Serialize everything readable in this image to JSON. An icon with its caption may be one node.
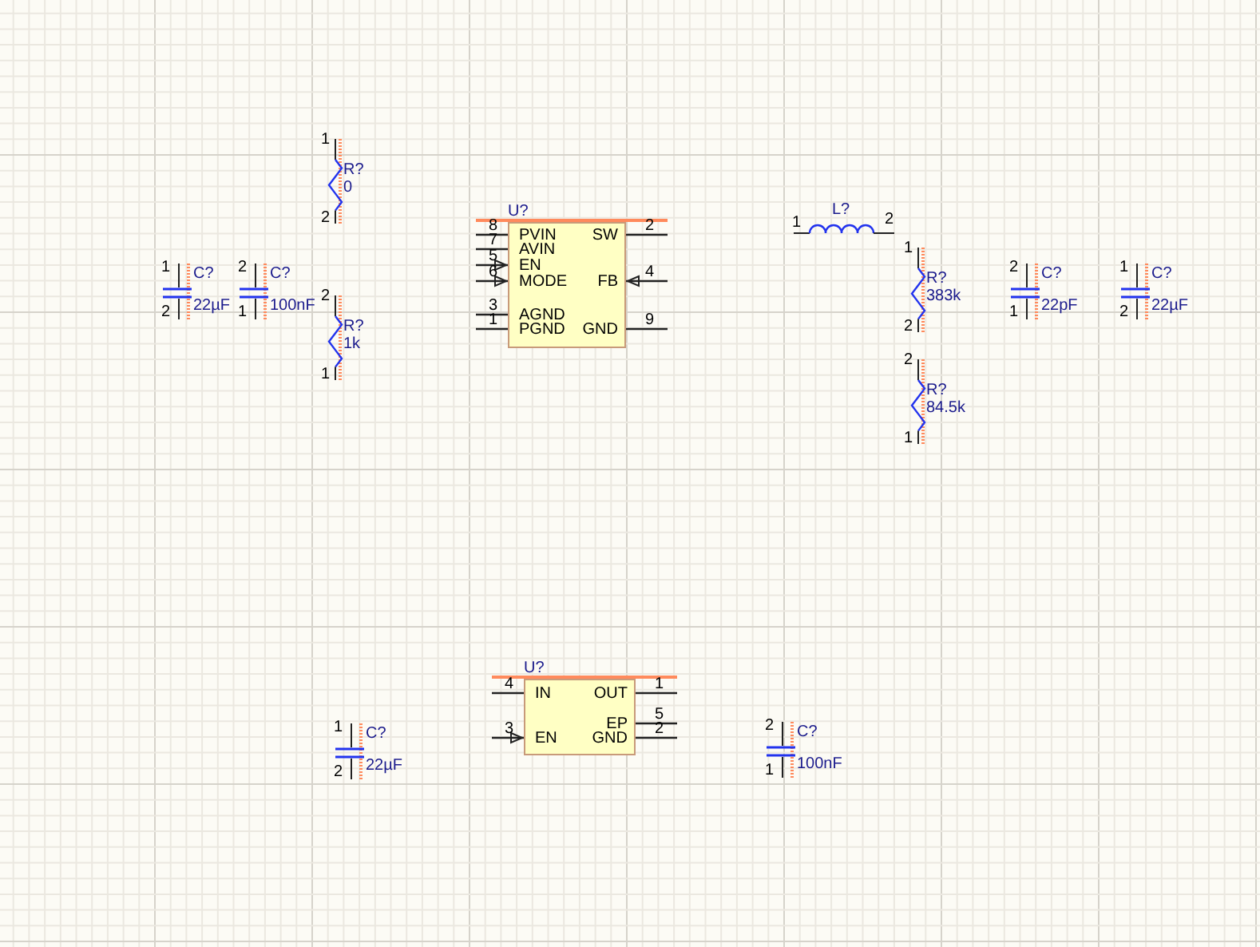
{
  "diagram": {
    "nodes": [
      {
        "text": [
          "PVIN",
          "AVIN",
          "EN",
          "MODE",
          "AGND",
          "PGND",
          "SW",
          "FB",
          "GND"
        ],
        "beside": [
          "U?",
          "8",
          "7",
          "5",
          "6",
          "3",
          "1",
          "2",
          "4",
          "9"
        ]
      },
      {
        "text": [
          "IN",
          "EN",
          "OUT",
          "EP",
          "GND"
        ],
        "beside": [
          "U?",
          "4",
          "3",
          "1",
          "5",
          "2"
        ]
      }
    ],
    "labels": [
      "1",
      "2",
      "R?",
      "0",
      "2",
      "1",
      "R?",
      "1k",
      "1",
      "2",
      "C?",
      "22µF",
      "2",
      "1",
      "C?",
      "100nF",
      "L?",
      "1",
      "2",
      "1",
      "2",
      "R?",
      "383k",
      "2",
      "1",
      "R?",
      "84.5k",
      "2",
      "1",
      "C?",
      "22pF",
      "1",
      "2",
      "C?",
      "22µF",
      "1",
      "2",
      "C?",
      "22µF",
      "2",
      "1",
      "C?",
      "100nF"
    ]
  }
}
